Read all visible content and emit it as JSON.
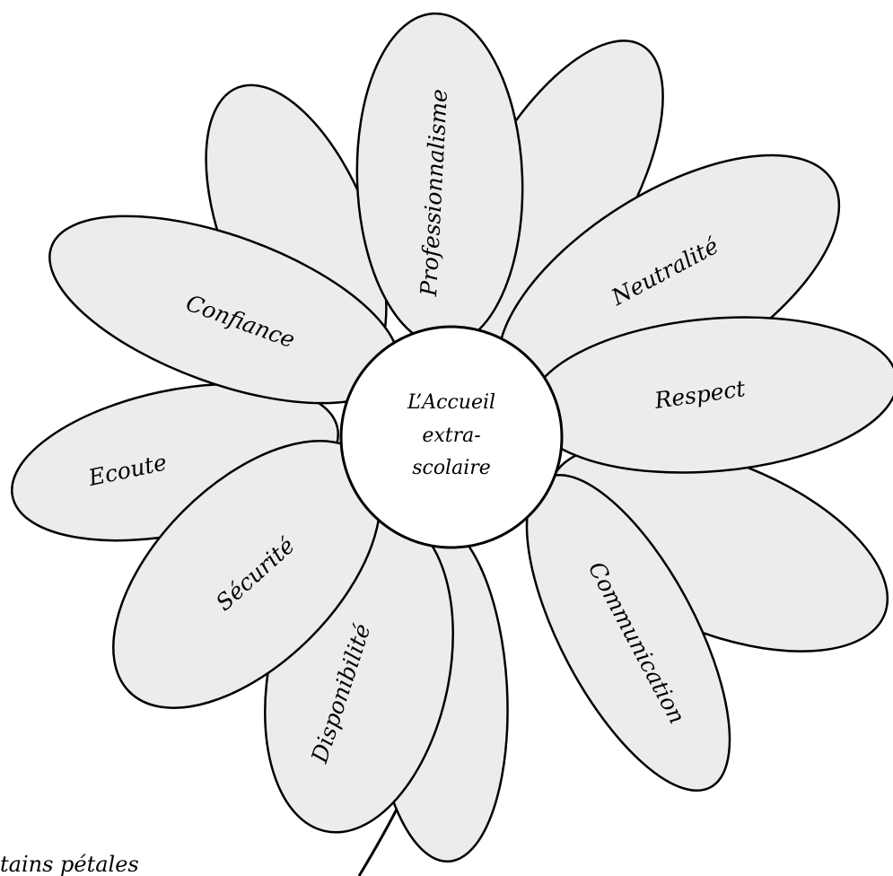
{
  "center": {
    "line1": "L’Accueil",
    "line2": "extra-",
    "line3": "scolaire"
  },
  "petals": {
    "professionnalisme": "Professionnalisme",
    "neutralite": "Neutralité",
    "respect": "Respect",
    "communication": "Communication",
    "disponibilite": "Disponibilité",
    "securite": "Sécurité",
    "ecoute": "Ecoute",
    "confiance": "Confiance"
  },
  "caption": "tains pétales",
  "colors": {
    "petal_fill": "#ececec",
    "outline": "#000000",
    "center_fill": "#ffffff"
  }
}
